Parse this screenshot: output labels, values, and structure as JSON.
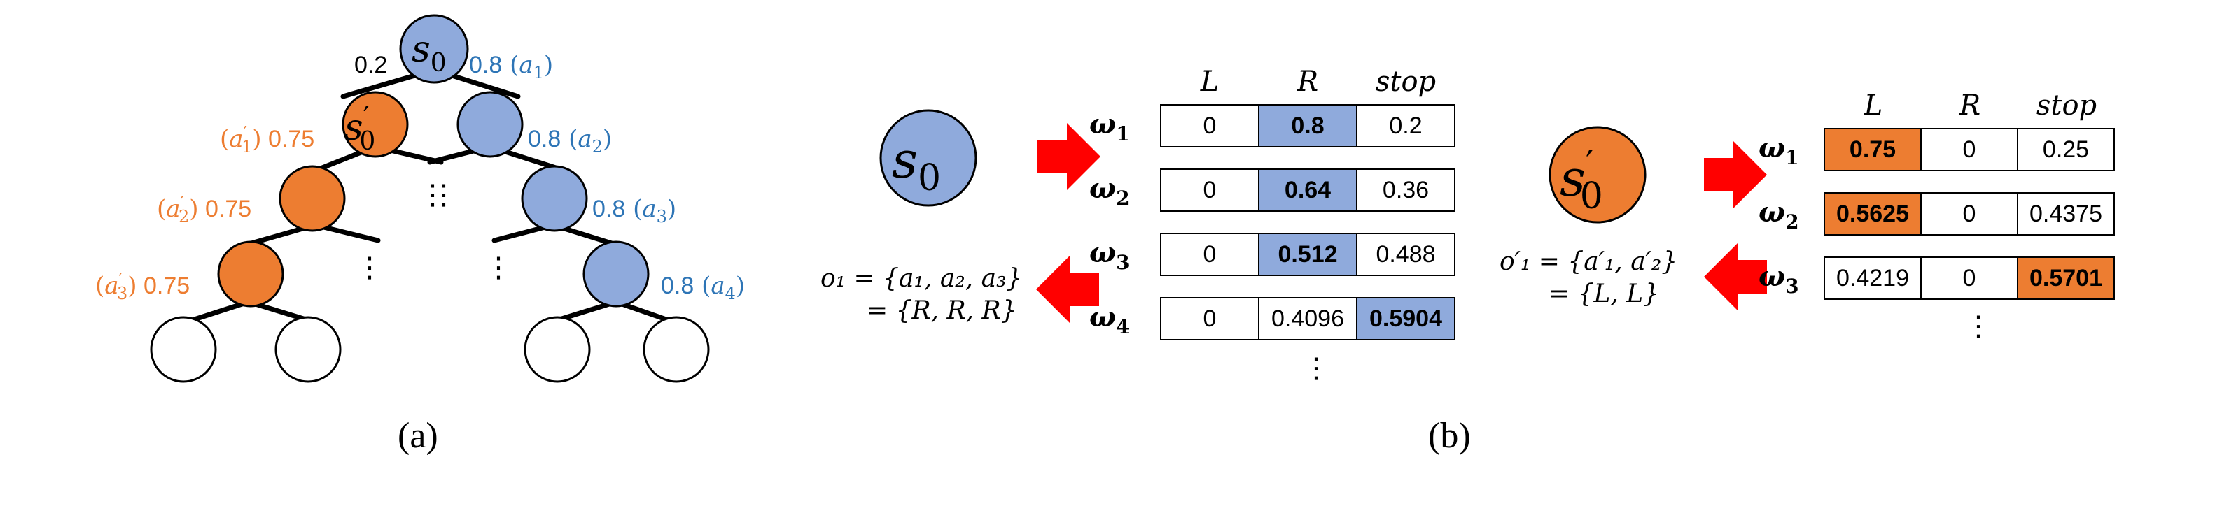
{
  "colors": {
    "blue_fill": "#8faadc",
    "orange_fill": "#ed7d31",
    "blue_text": "#2e75b6",
    "orange_text": "#ed7d31",
    "arrow": "#ff0000",
    "line": "#000000"
  },
  "panel_a": {
    "caption": "(a)",
    "root_label": "s",
    "root_sub": "0",
    "root_left_prob": "0.2",
    "root_right_prob": "0.8",
    "root_right_action": "a",
    "root_right_action_sub": "1",
    "s0prime_label": "s",
    "s0prime_sub": "0",
    "s0prime_prime": "′",
    "orange_labels": [
      {
        "act": "a",
        "sub": "1",
        "prob": "0.75"
      },
      {
        "act": "a",
        "sub": "2",
        "prob": "0.75"
      },
      {
        "act": "a",
        "sub": "3",
        "prob": "0.75"
      }
    ],
    "blue_labels": [
      {
        "prob": "0.8",
        "act": "a",
        "sub": "2"
      },
      {
        "prob": "0.8",
        "act": "a",
        "sub": "3"
      },
      {
        "prob": "0.8",
        "act": "a",
        "sub": "4"
      }
    ],
    "dots": "⋮"
  },
  "panel_b": {
    "caption": "(b)",
    "left": {
      "state": "s",
      "state_sub": "0",
      "headers": [
        "L",
        "R",
        "stop"
      ],
      "rows": [
        {
          "omega": "ω",
          "sub": "1",
          "cells": [
            "0",
            "0.8",
            "0.2"
          ],
          "highlight": 1
        },
        {
          "omega": "ω",
          "sub": "2",
          "cells": [
            "0",
            "0.64",
            "0.36"
          ],
          "highlight": 1
        },
        {
          "omega": "ω",
          "sub": "3",
          "cells": [
            "0",
            "0.512",
            "0.488"
          ],
          "highlight": 1
        },
        {
          "omega": "ω",
          "sub": "4",
          "cells": [
            "0",
            "0.4096",
            "0.5904"
          ],
          "highlight": 2
        }
      ],
      "option_line1": "o₁ = {a₁, a₂, a₃}",
      "option_line2": "= {R, R, R}",
      "dots": "⋮"
    },
    "right": {
      "state": "s",
      "state_sub": "0",
      "state_prime": "′",
      "headers": [
        "L",
        "R",
        "stop"
      ],
      "rows": [
        {
          "omega": "ω",
          "sub": "1",
          "cells": [
            "0.75",
            "0",
            "0.25"
          ],
          "highlight": 0
        },
        {
          "omega": "ω",
          "sub": "2",
          "cells": [
            "0.5625",
            "0",
            "0.4375"
          ],
          "highlight": 0
        },
        {
          "omega": "ω",
          "sub": "3",
          "cells": [
            "0.4219",
            "0",
            "0.5701"
          ],
          "highlight": 2
        }
      ],
      "option_line1": "o′₁ = {a′₁, a′₂}",
      "option_line2": "= {L, L}",
      "dots": "⋮"
    }
  }
}
